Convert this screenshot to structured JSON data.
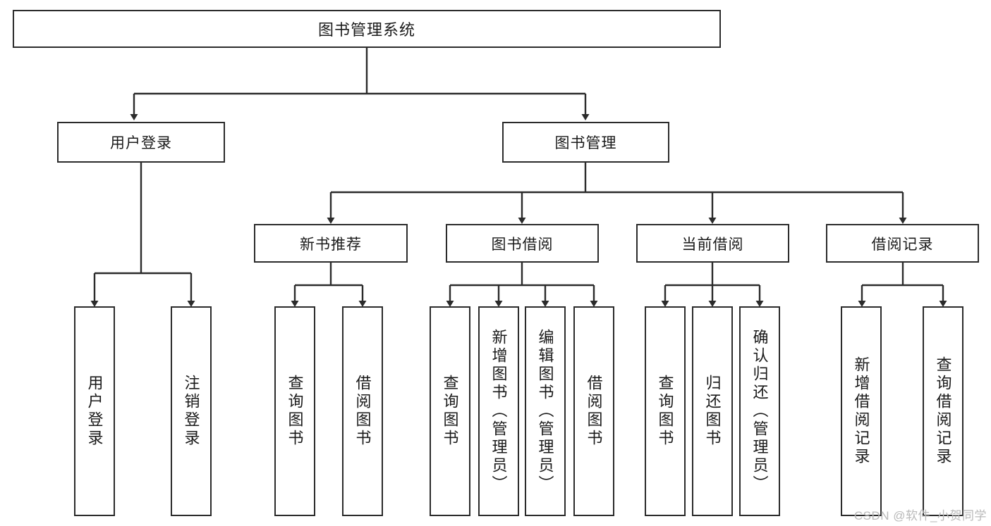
{
  "diagram": {
    "title": "图书管理系统",
    "type": "tree-hierarchy-diagram",
    "colors": {
      "box_border": "#2b2b2b",
      "box_fill": "#ffffff",
      "edge": "#2b2b2b",
      "text": "#1a1a1a",
      "watermark": "#b9b9b9",
      "background": "#ffffff"
    },
    "root": {
      "label": "图书管理系统"
    },
    "level2": [
      {
        "label": "用户登录"
      },
      {
        "label": "图书管理"
      }
    ],
    "level3": [
      {
        "label": "新书推荐"
      },
      {
        "label": "图书借阅"
      },
      {
        "label": "当前借阅"
      },
      {
        "label": "借阅记录"
      }
    ],
    "leaves": {
      "user_login": [
        {
          "label": "用户登录"
        },
        {
          "label": "注销登录"
        }
      ],
      "new_book_recommend": [
        {
          "label": "查询图书"
        },
        {
          "label": "借阅图书"
        }
      ],
      "book_borrow": [
        {
          "label": "查询图书"
        },
        {
          "label": "新增图书（管理员）"
        },
        {
          "label": "编辑图书（管理员）"
        },
        {
          "label": "借阅图书"
        }
      ],
      "current_borrow": [
        {
          "label": "查询图书"
        },
        {
          "label": "归还图书"
        },
        {
          "label": "确认归还（管理员）"
        }
      ],
      "borrow_record": [
        {
          "label": "新增借阅记录"
        },
        {
          "label": "查询借阅记录"
        }
      ]
    }
  },
  "watermark": {
    "text": "CSDN @软件_小贺同学"
  }
}
